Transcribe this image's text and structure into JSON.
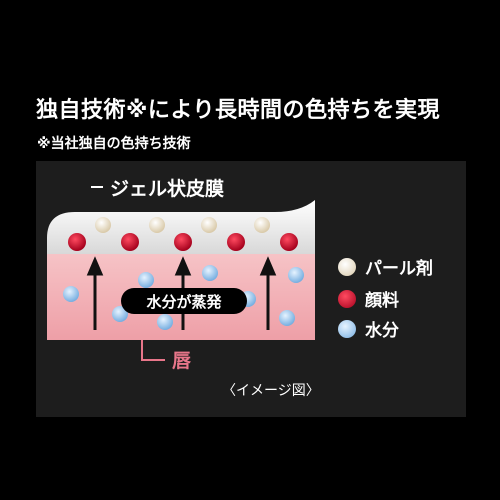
{
  "header": {
    "title": "独自技術※により長時間の色持ちを実現",
    "subtitle": "※当社独自の色持ち技術"
  },
  "diagram": {
    "gel_label": "ジェル状皮膜",
    "lip_label": "唇",
    "evaporation_label": "水分が蒸発",
    "caption": "〈イメージ図〉"
  },
  "legend": {
    "items": [
      {
        "label": "パール剤",
        "color": "#eee3cf"
      },
      {
        "label": "顔料",
        "color": "#c8102e"
      },
      {
        "label": "水分",
        "color": "#9cc8ef"
      }
    ]
  },
  "colors": {
    "background": "#000000",
    "panel": "#1d1d1d",
    "lip": "#f2b3b8",
    "gel": "#f0f0f0",
    "lip_label": "#e8768a"
  }
}
